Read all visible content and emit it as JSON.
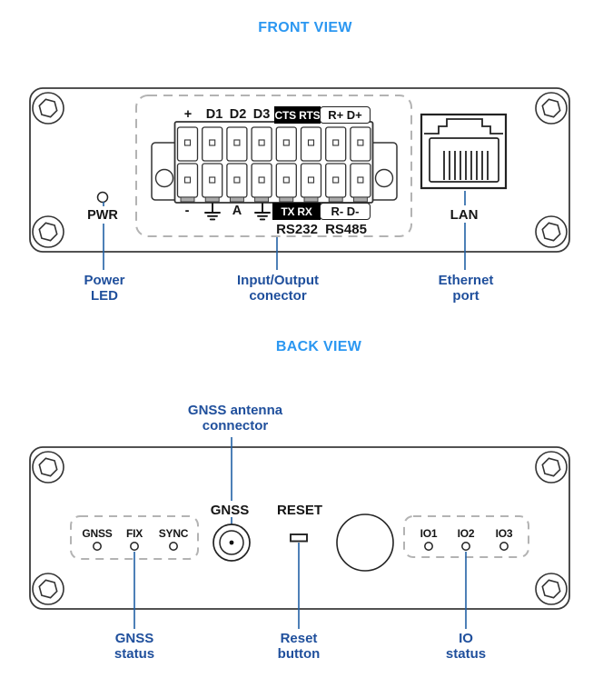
{
  "front": {
    "title": "FRONT VIEW",
    "pwr_label": "PWR",
    "lan_label": "LAN",
    "terminal": {
      "top_pins": [
        "+",
        "D1",
        "D2",
        "D3"
      ],
      "top_badge": "CTS RTS",
      "top_boxed": "R+ D+",
      "bottom_pin_minus": "-",
      "bottom_pin_a": "A",
      "bottom_badge": "TX RX",
      "bottom_boxed": "R- D-",
      "rs232": "RS232",
      "rs485": "RS485"
    },
    "callouts": {
      "power": {
        "line1": "Power",
        "line2": "LED"
      },
      "io": {
        "line1": "Input/Output",
        "line2": "conector"
      },
      "ethernet": {
        "line1": "Ethernet",
        "line2": "port"
      }
    }
  },
  "back": {
    "title": "BACK VIEW",
    "antenna_callout": {
      "line1": "GNSS antenna",
      "line2": "connector"
    },
    "gnss_port_label": "GNSS",
    "reset_port_label": "RESET",
    "status_leds_left": [
      "GNSS",
      "FIX",
      "SYNC"
    ],
    "status_leds_right": [
      "IO1",
      "IO2",
      "IO3"
    ],
    "callouts": {
      "gnss": {
        "line1": "GNSS",
        "line2": "status"
      },
      "reset": {
        "line1": "Reset",
        "line2": "button"
      },
      "io": {
        "line1": "IO",
        "line2": "status"
      }
    }
  },
  "icons": {
    "ground": "earth-ground-symbol",
    "screw": "hex-screw-head"
  },
  "colors": {
    "title_blue": "#2B97F1",
    "label_navy": "#1F4F9C",
    "callout_line_blue": "#2160A5",
    "outline_dark": "#333333",
    "dashed_gray": "#B3B3B3",
    "badge_bg": "#000000",
    "badge_fg": "#FFFFFF",
    "terminal_tab_gray": "#ABABAB"
  }
}
